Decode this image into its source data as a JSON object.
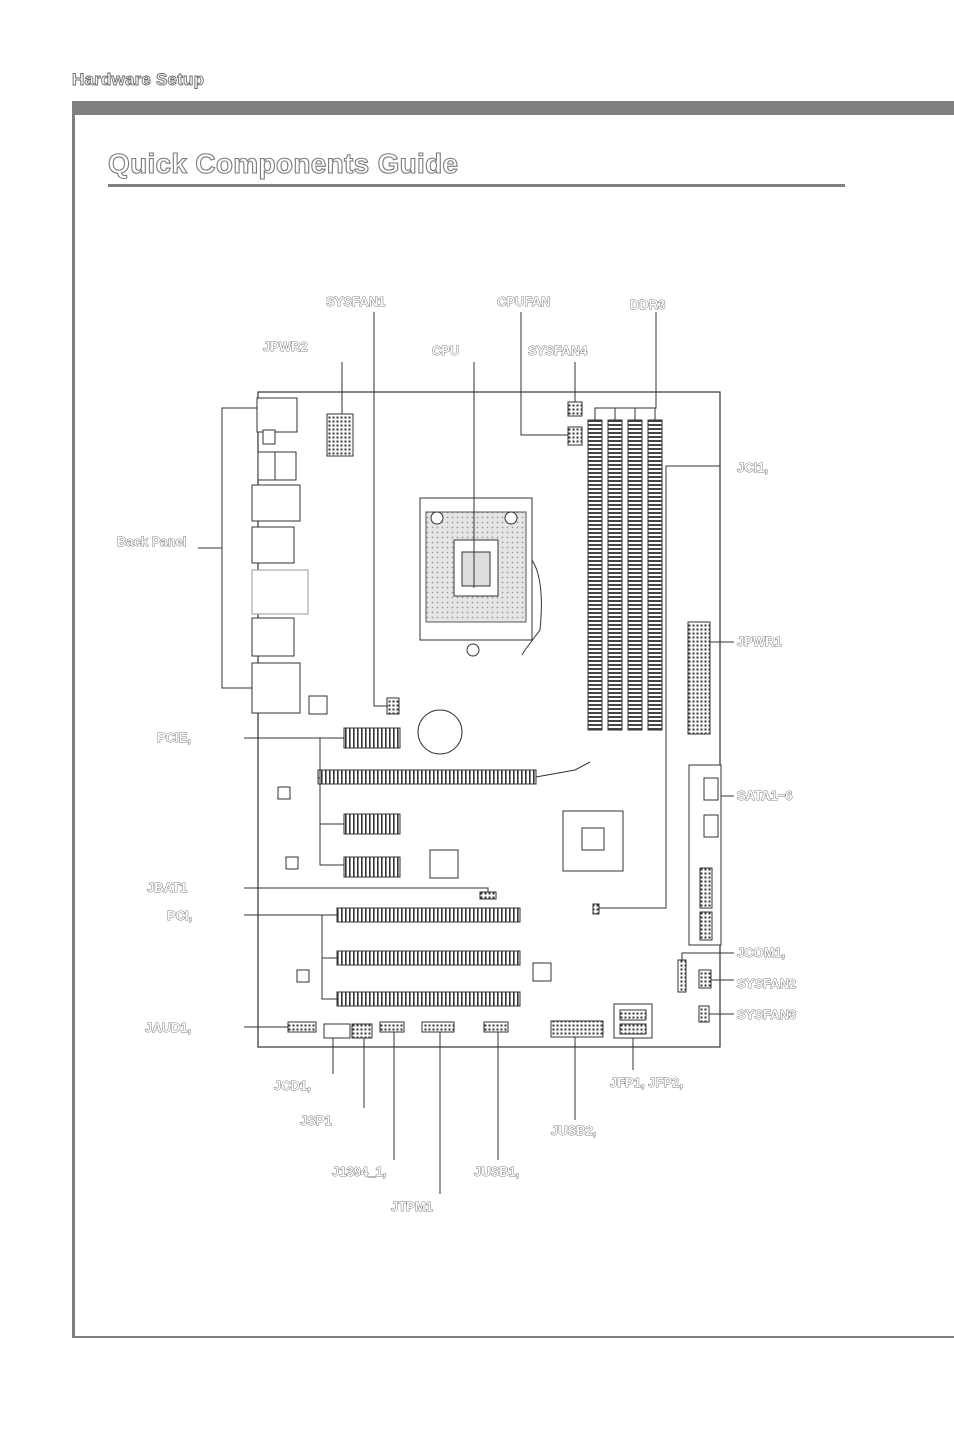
{
  "header": {
    "running_head": "Hardware Setup",
    "page_title": "Quick Components Guide"
  },
  "labels": {
    "sysfan1": "SYSFAN1",
    "cpufan": "CPUFAN",
    "ddr3": "DDR3",
    "jpwr2": "JPWR2",
    "cpu": "CPU",
    "sysfan4": "SYSFAN4",
    "jci1": "JCI1,",
    "back_panel": "Back Panel",
    "jpwr1": "JPWR1",
    "pcie": "PCIE,",
    "sata": "SATA1~6",
    "jbat1": "JBAT1",
    "pci": "PCI,",
    "jcom1": "JCOM1,",
    "sysfan2": "SYSFAN2",
    "sysfan3": "SYSFAN3",
    "jaud1": "JAUD1,",
    "jcd1": "JCD1,",
    "jfp": "JFP1, JFP2,",
    "jsp1": "JSP1",
    "jusb2": "JUSB2,",
    "j1394": "J1394_1,",
    "jusb1": "JUSB1,",
    "jtpm1": "JTPM1"
  },
  "colors": {
    "line": "#333333",
    "component_fill": "#ffffff",
    "label_outline": "#555555",
    "rule_gray": "#808080"
  }
}
